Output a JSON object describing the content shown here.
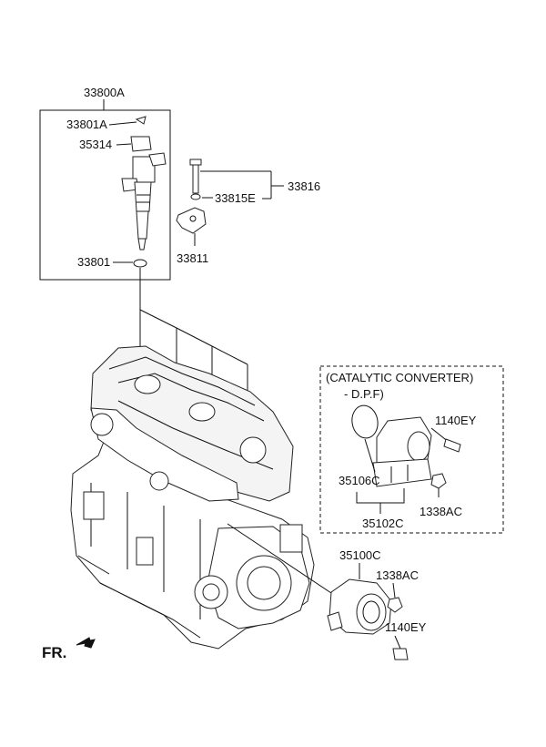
{
  "labels": {
    "injector_assy": "33800A",
    "clip": "33801A",
    "sleeve": "35314",
    "bolt_set": "33816",
    "washer": "33815E",
    "clamp": "33811",
    "o_ring": "33801",
    "cat_title_1": "(CATALYTIC CONVERTER)",
    "cat_title_2": "- D.P.F)",
    "cat_bolt": "1140EY",
    "cat_gasket": "35106C",
    "cat_body": "35102C",
    "cat_nut": "1338AC",
    "throttle_body": "35100C",
    "throttle_nut": "1338AC",
    "throttle_bolt": "1140EY",
    "front_marker": "FR."
  }
}
